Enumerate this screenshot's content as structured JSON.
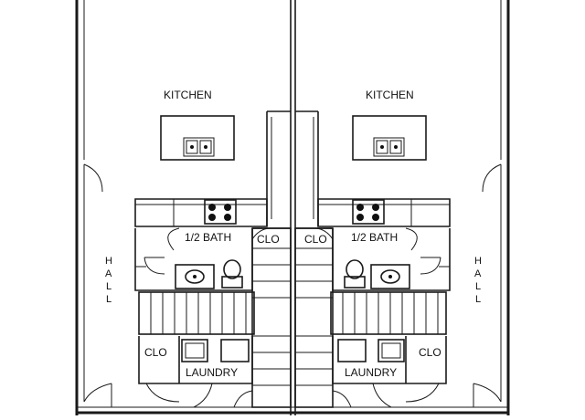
{
  "plan": {
    "left_unit": {
      "kitchen": "KITCHEN",
      "half_bath": "1/2 BATH",
      "closet_upper": "CLO",
      "closet_lower": "CLO",
      "laundry": "LAUNDRY",
      "hall": [
        "H",
        "A",
        "L",
        "L"
      ]
    },
    "right_unit": {
      "kitchen": "KITCHEN",
      "half_bath": "1/2 BATH",
      "closet_upper": "CLO",
      "closet_lower": "CLO",
      "laundry": "LAUNDRY",
      "hall": [
        "H",
        "A",
        "L",
        "L"
      ]
    }
  }
}
